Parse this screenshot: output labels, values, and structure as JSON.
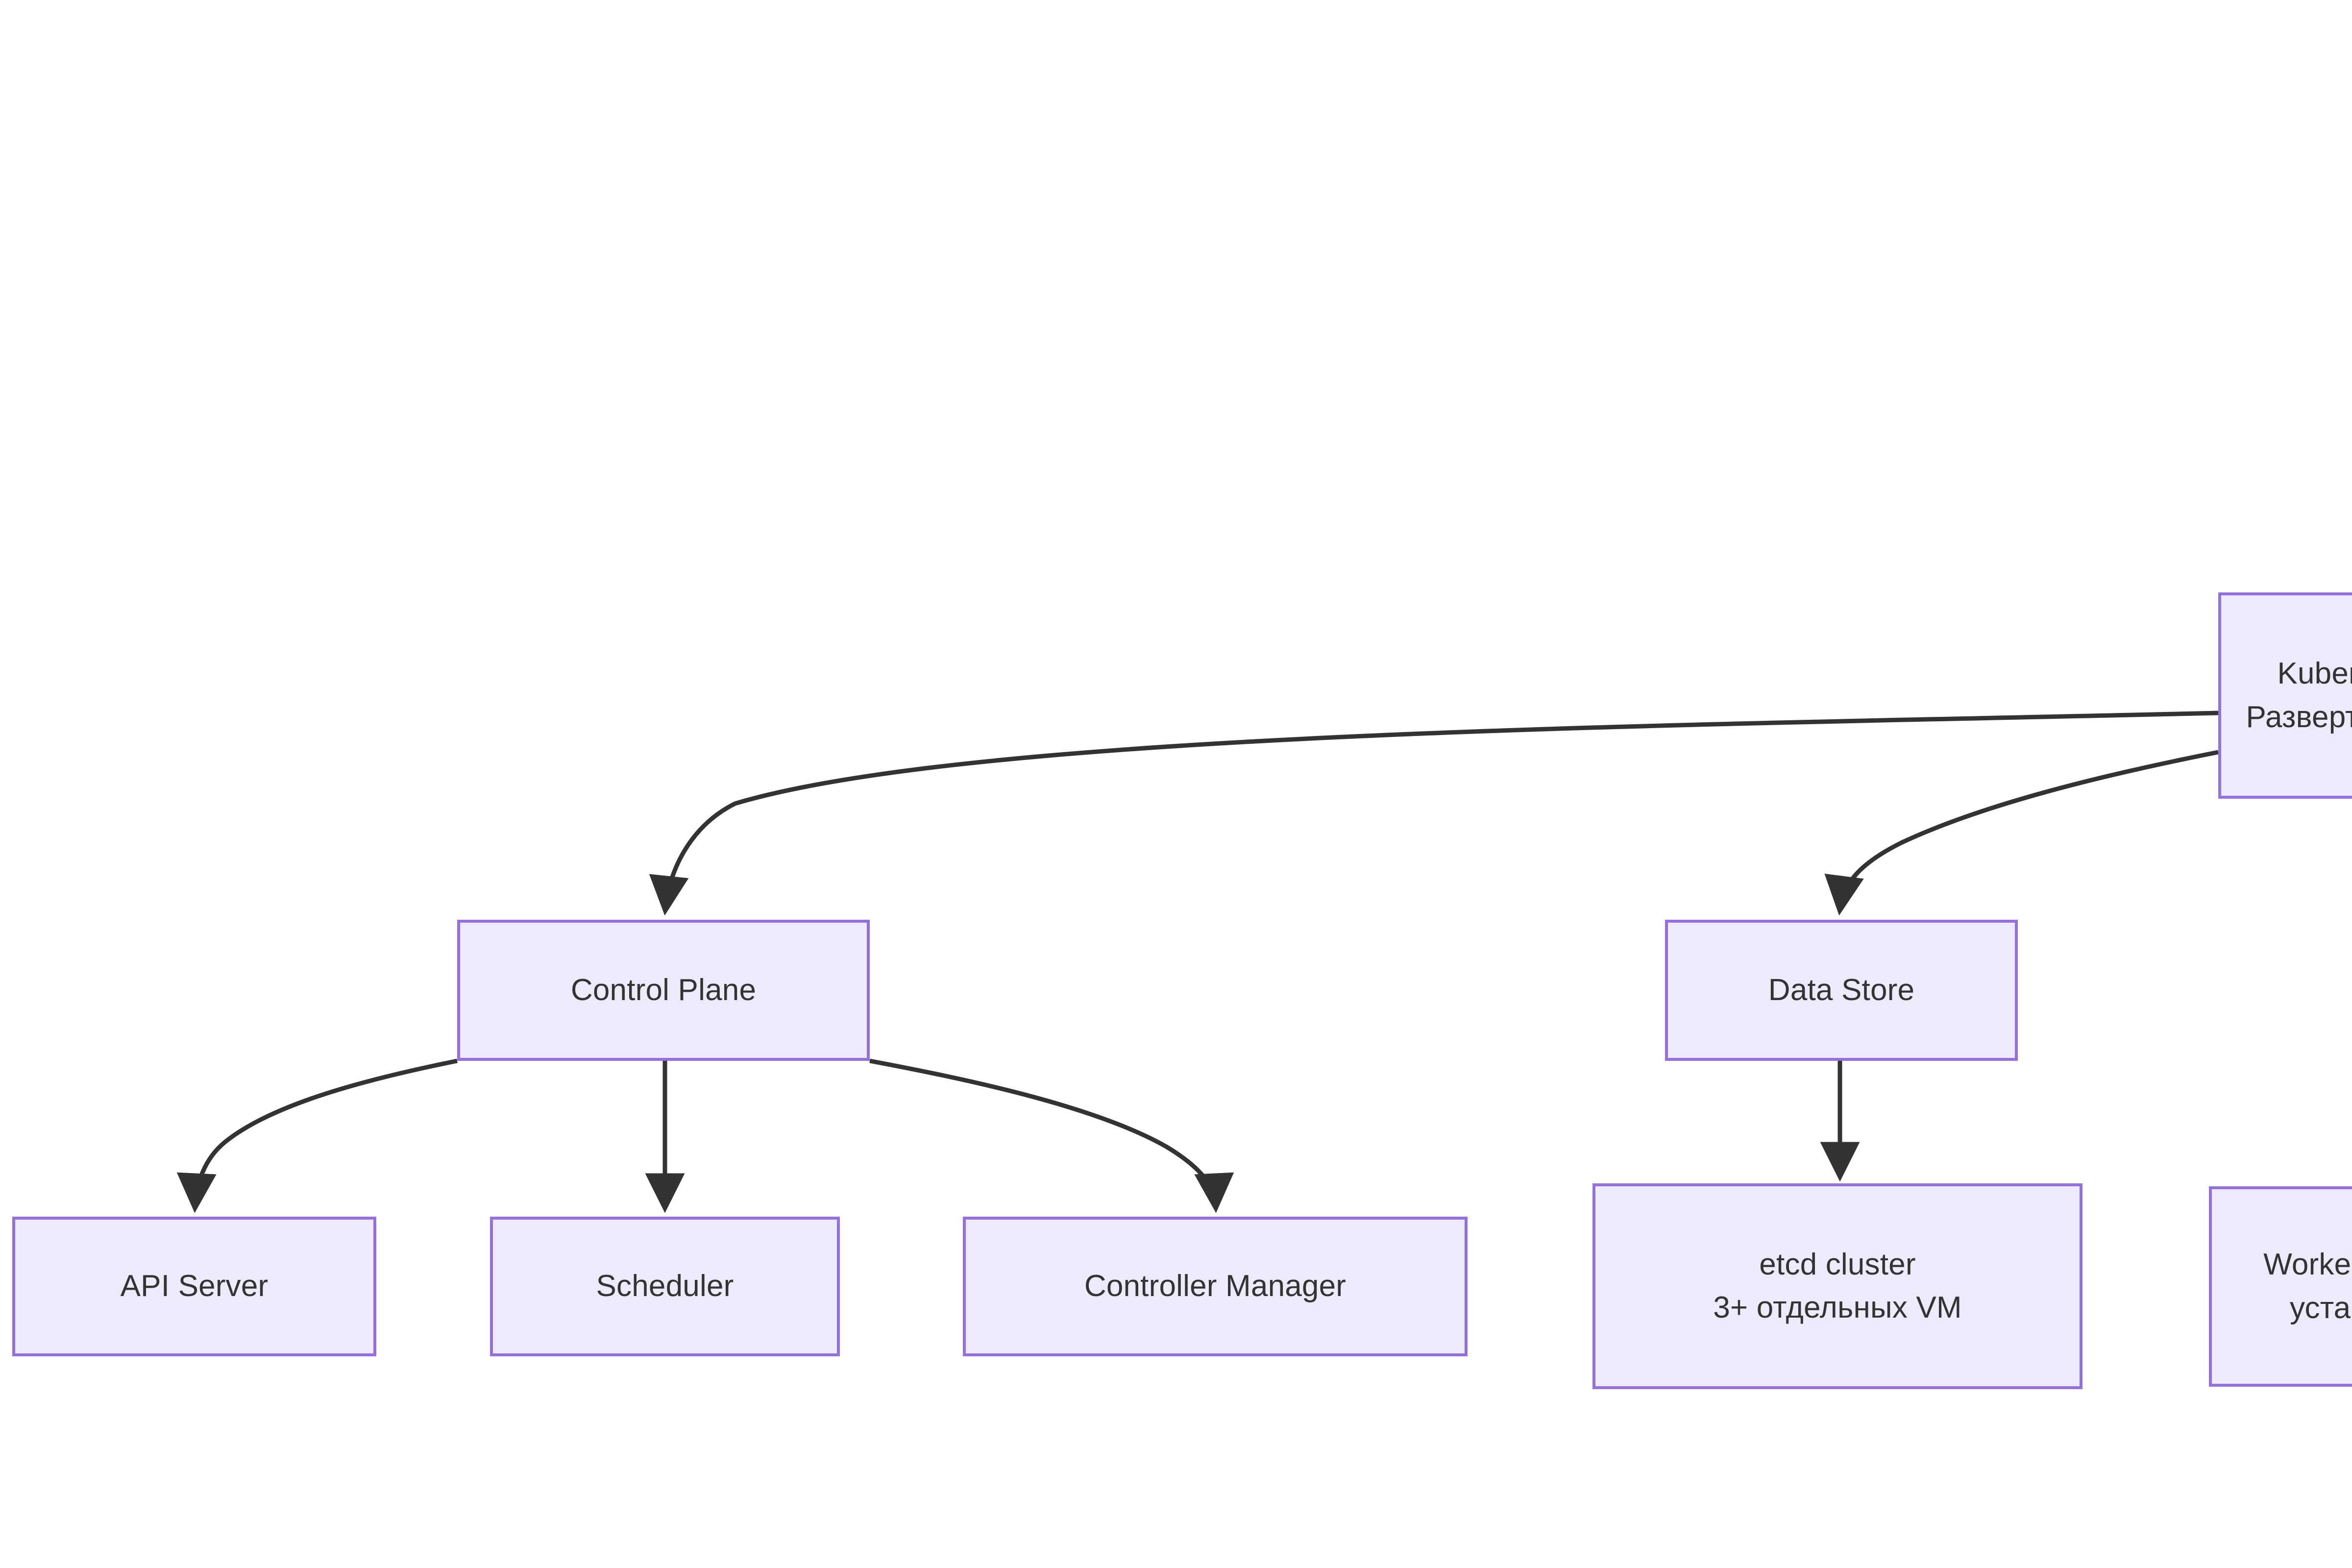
{
  "diagram": {
    "type": "flowchart",
    "direction": "top-down",
    "background": "#ffffff",
    "node_fill": "#ECEAFB",
    "node_stroke": "#9370DB",
    "text_color": "#333333",
    "edge_color": "#333333"
  },
  "nodes": {
    "root": {
      "id": "root",
      "line1": "Kubernetes",
      "line2": "Развертывание",
      "clipped": "right"
    },
    "control_plane": {
      "id": "control-plane",
      "line1": "Control Plane"
    },
    "data_store": {
      "id": "data-store",
      "line1": "Data Store"
    },
    "api_server": {
      "id": "api-server",
      "line1": "API Server"
    },
    "scheduler": {
      "id": "scheduler",
      "line1": "Scheduler"
    },
    "controller_manager": {
      "id": "controller-manager",
      "line1": "Controller Manager"
    },
    "etcd": {
      "id": "etcd-cluster",
      "line1": "etcd cluster",
      "line2": "3+ отдельных VM"
    },
    "worker_nodes": {
      "id": "worker-nodes",
      "line1": "Worker Nodes",
      "line2": "установка",
      "clipped": "right"
    }
  },
  "edges": [
    {
      "from": "root",
      "to": "control_plane",
      "arrow": "arrowhead"
    },
    {
      "from": "root",
      "to": "data_store",
      "arrow": "arrowhead"
    },
    {
      "from": "control_plane",
      "to": "api_server",
      "arrow": "arrowhead"
    },
    {
      "from": "control_plane",
      "to": "scheduler",
      "arrow": "arrowhead"
    },
    {
      "from": "control_plane",
      "to": "controller_manager",
      "arrow": "arrowhead"
    },
    {
      "from": "data_store",
      "to": "etcd",
      "arrow": "arrowhead"
    }
  ]
}
